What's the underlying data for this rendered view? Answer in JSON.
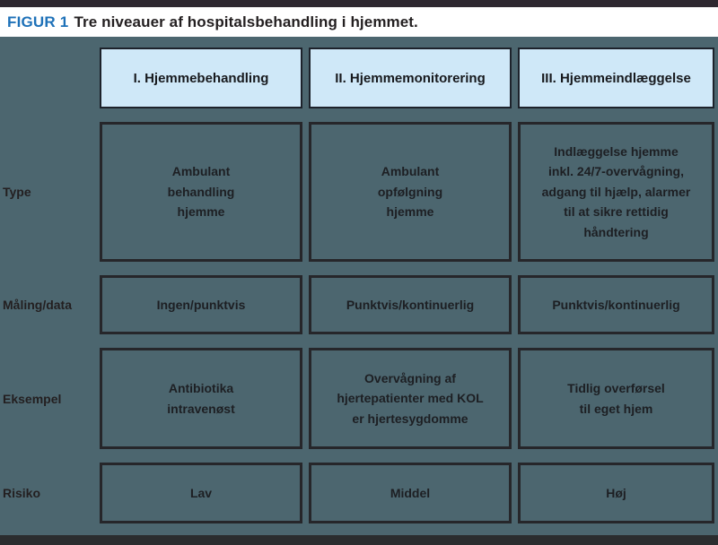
{
  "figure": {
    "label": "FIGUR 1",
    "title": "Tre niveauer af hospitalsbehandling i hjemmet.",
    "columns": [
      "I. Hjemmebehandling",
      "II. Hjemmemonitorering",
      "III. Hjemmeindlæggelse"
    ],
    "rows": [
      {
        "label": "Type",
        "cells": [
          "Ambulant\nbehandling\nhjemme",
          "Ambulant\nopfølgning\nhjemme",
          "Indlæggelse hjemme\ninkl. 24/7-overvågning,\nadgang til hjælp, alarmer\ntil at sikre rettidig\nhåndtering"
        ]
      },
      {
        "label": "Måling/data",
        "cells": [
          "Ingen/punktvis",
          "Punktvis/kontinuerlig",
          "Punktvis/kontinuerlig"
        ]
      },
      {
        "label": "Eksempel",
        "cells": [
          "Antibiotika\nintravenøst",
          "Overvågning af\nhjertepatienter med KOL\ner hjertesygdomme",
          "Tidlig overførsel\ntil eget hjem"
        ]
      },
      {
        "label": "Risiko",
        "cells": [
          "Lav",
          "Middel",
          "Høj"
        ]
      }
    ],
    "colors": {
      "background_teal": "#4c666f",
      "header_fill_blue": "#cfe8f8",
      "figure_label_blue": "#1e71b8",
      "top_bar_dark": "#2e2830",
      "bottom_bar_dark": "#2b2d2f",
      "border_dark": "#26262a",
      "text_dark": "#231f20"
    }
  }
}
